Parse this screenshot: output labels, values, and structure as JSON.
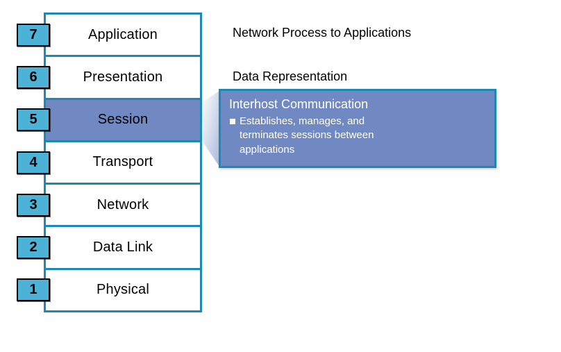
{
  "colors": {
    "teal_border": "#1c89b5",
    "badge_fill": "#4db3d6",
    "highlight_fill": "#7189c3",
    "wedge_start": "#ffffff",
    "wedge_end": "#aab9dc",
    "text_black": "#000000",
    "text_white": "#ffffff"
  },
  "osi_stack": {
    "layers": [
      {
        "number": "7",
        "name": "Application",
        "highlighted": false
      },
      {
        "number": "6",
        "name": "Presentation",
        "highlighted": false
      },
      {
        "number": "5",
        "name": "Session",
        "highlighted": true
      },
      {
        "number": "4",
        "name": "Transport",
        "highlighted": false
      },
      {
        "number": "3",
        "name": "Network",
        "highlighted": false
      },
      {
        "number": "2",
        "name": "Data Link",
        "highlighted": false
      },
      {
        "number": "1",
        "name": "Physical",
        "highlighted": false
      }
    ]
  },
  "annotations": [
    {
      "text": "Network Process to Applications"
    },
    {
      "text": "Data Representation"
    }
  ],
  "callout": {
    "title": "Interhost Communication",
    "bullets": [
      {
        "lines": [
          "Establishes, manages, and",
          "terminates sessions between",
          "applications"
        ]
      }
    ]
  }
}
